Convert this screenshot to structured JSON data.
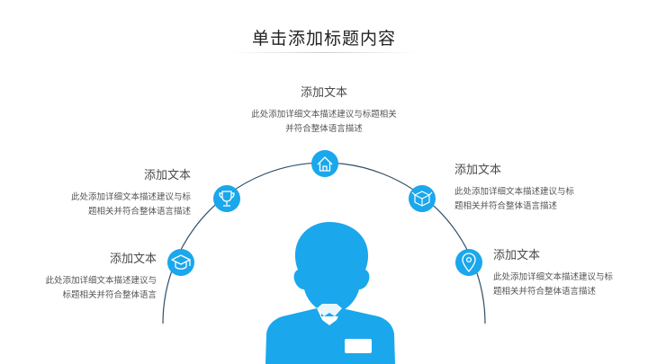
{
  "slide": {
    "title": "单击添加标题内容"
  },
  "items": [
    {
      "heading": "添加文本",
      "desc_line1": "此处添加详细文本描述建议与标题相关",
      "desc_line2": "并符合整体语言描述",
      "icon": "home-icon"
    },
    {
      "heading": "添加文本",
      "desc_line1": "此处添加详细文本描述建议与标",
      "desc_line2": "题相关并符合整体语言描述",
      "icon": "trophy-icon"
    },
    {
      "heading": "添加文本",
      "desc_line1": "此处添加详细文本描述建议与标",
      "desc_line2": "题相关并符合整体语言描述",
      "icon": "box-icon"
    },
    {
      "heading": "添加文本",
      "desc_line1": "此处添加详细文本描述建议与",
      "desc_line2": "标题相关并符合整体语言",
      "icon": "graduation-cap-icon"
    },
    {
      "heading": "添加文本",
      "desc_line1": "此处添加详细文本描述建议与标",
      "desc_line2": "题相关并符合整体语言描述",
      "icon": "location-pin-icon"
    }
  ],
  "colors": {
    "accent": "#1aa7ec",
    "arc": "#2f4f68",
    "text": "#555555"
  }
}
